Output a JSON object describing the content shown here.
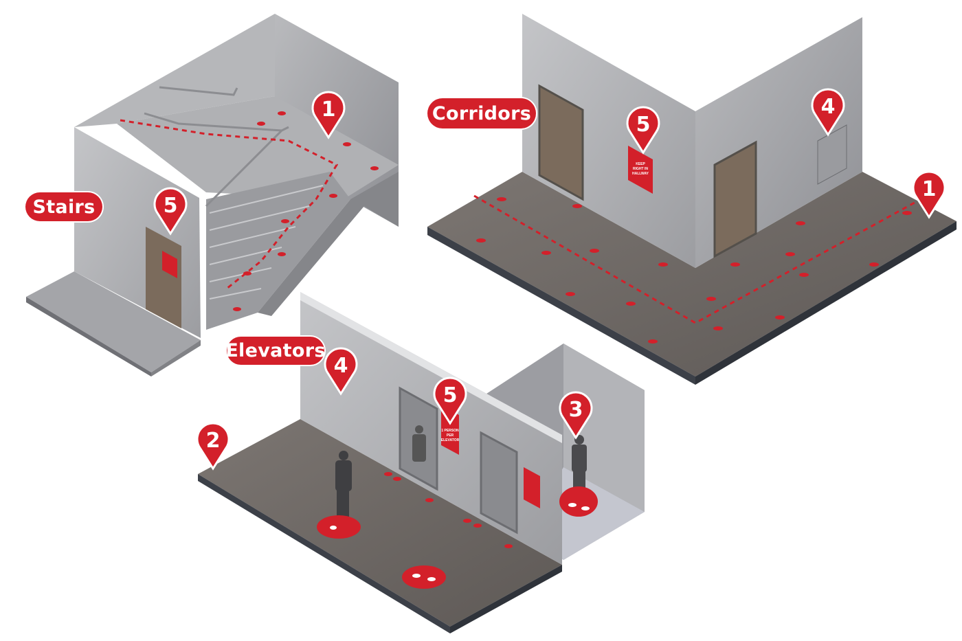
{
  "labels": {
    "stairs": "Stairs",
    "corridors": "Corridors",
    "elevators": "Elevators"
  },
  "pins": {
    "stairs": [
      "1",
      "5"
    ],
    "corridors": [
      "5",
      "4",
      "1"
    ],
    "elevators": [
      "4",
      "5",
      "3",
      "2"
    ]
  },
  "signs": {
    "hallway": [
      "KEEP",
      "RIGHT IN",
      "HALLWAY"
    ],
    "elevator": [
      "1 PERSON",
      "PER",
      "ELEVATOR"
    ]
  },
  "colors": {
    "accent": "#d3202a",
    "wall": "#a9aaae",
    "floor": "#6e6966",
    "edge": "#3c4048"
  }
}
